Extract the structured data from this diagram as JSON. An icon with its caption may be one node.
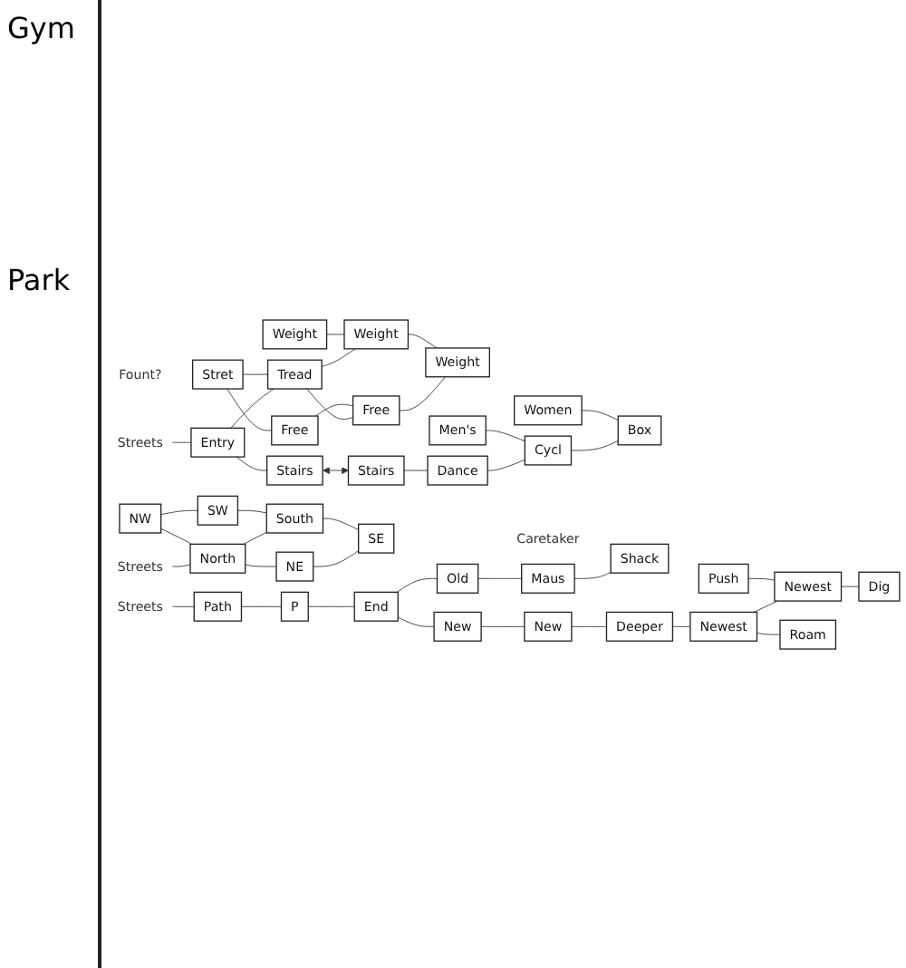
{
  "diagram": {
    "nodes": [
      {
        "text": [
          "Stairs"
        ]
      },
      {
        "text": [
          "Stret"
        ],
        "beside": [
          "Fount?"
        ]
      },
      {
        "text": [
          "Free"
        ]
      },
      {
        "text": [
          "Streets"
        ]
      },
      {
        "text": [
          "Entry"
        ]
      },
      {
        "text": [
          "Tread"
        ]
      },
      {
        "text": [
          "Free"
        ]
      },
      {
        "text": [
          "Weight"
        ]
      },
      {
        "text": [
          "Weight"
        ]
      },
      {
        "text": [
          "Weight"
        ]
      },
      {
        "text": [
          "Stairs"
        ]
      },
      {
        "text": [
          "Dance"
        ]
      },
      {
        "text": [
          "Men's"
        ]
      },
      {
        "text": [
          "Cycl"
        ]
      },
      {
        "text": [
          "Women"
        ]
      },
      {
        "text": [
          "Box"
        ]
      },
      {
        "text": [
          "Streets"
        ]
      },
      {
        "text": [
          "NW"
        ]
      },
      {
        "text": [
          "North"
        ]
      },
      {
        "text": [
          "NE"
        ]
      },
      {
        "text": [
          "SW"
        ]
      },
      {
        "text": [
          "South"
        ]
      },
      {
        "text": [
          "SE"
        ]
      },
      {
        "text": [
          "Old"
        ]
      },
      {
        "text": [
          "Maus"
        ]
      },
      {
        "text": [
          "Shack"
        ],
        "beside": [
          "Caretaker"
        ]
      },
      {
        "text": [
          "Streets"
        ]
      },
      {
        "text": [
          "Path"
        ]
      },
      {
        "text": [
          "P"
        ]
      },
      {
        "text": [
          "End"
        ]
      },
      {
        "text": [
          "New"
        ]
      },
      {
        "text": [
          "Push"
        ]
      },
      {
        "text": [
          "New"
        ]
      },
      {
        "text": [
          "Deeper"
        ]
      },
      {
        "text": [
          "Newest"
        ]
      },
      {
        "text": [
          "Newest"
        ]
      },
      {
        "text": [
          "Dig"
        ]
      },
      {
        "text": [
          "Roam"
        ]
      }
    ],
    "edges": [
      {
        "from": 0,
        "to": 10,
        "arrow": "both"
      },
      {
        "from": 3,
        "to": 4,
        "arrow": "none"
      },
      {
        "from": 4,
        "to": 0,
        "arrow": "none"
      },
      {
        "from": 4,
        "to": 5,
        "arrow": "none"
      },
      {
        "from": 1,
        "to": 2,
        "arrow": "none"
      },
      {
        "from": 1,
        "to": 5,
        "arrow": "none"
      },
      {
        "from": 5,
        "to": 6,
        "arrow": "none"
      },
      {
        "from": 2,
        "to": 6,
        "arrow": "none"
      },
      {
        "from": 5,
        "to": 8,
        "arrow": "none"
      },
      {
        "from": 6,
        "to": 9,
        "arrow": "none"
      },
      {
        "from": 7,
        "to": 8,
        "arrow": "none"
      },
      {
        "from": 8,
        "to": 9,
        "arrow": "none"
      },
      {
        "from": 10,
        "to": 11,
        "arrow": "none"
      },
      {
        "from": 11,
        "to": 13,
        "arrow": "none"
      },
      {
        "from": 12,
        "to": 13,
        "arrow": "none"
      },
      {
        "from": 13,
        "to": 15,
        "arrow": "none"
      },
      {
        "from": 14,
        "to": 15,
        "arrow": "none"
      },
      {
        "from": 16,
        "to": 18,
        "arrow": "none"
      },
      {
        "from": 17,
        "to": 18,
        "arrow": "none"
      },
      {
        "from": 18,
        "to": 19,
        "arrow": "none"
      },
      {
        "from": 17,
        "to": 20,
        "arrow": "none"
      },
      {
        "from": 18,
        "to": 21,
        "arrow": "none"
      },
      {
        "from": 19,
        "to": 22,
        "arrow": "none"
      },
      {
        "from": 20,
        "to": 21,
        "arrow": "none"
      },
      {
        "from": 21,
        "to": 22,
        "arrow": "none"
      },
      {
        "from": 23,
        "to": 24,
        "arrow": "none"
      },
      {
        "from": 24,
        "to": 25,
        "arrow": "none"
      },
      {
        "from": 26,
        "to": 27,
        "arrow": "none"
      },
      {
        "from": 27,
        "to": 28,
        "arrow": "none"
      },
      {
        "from": 28,
        "to": 29,
        "arrow": "none"
      },
      {
        "from": 29,
        "to": 23,
        "arrow": "none"
      },
      {
        "from": 29,
        "to": 30,
        "arrow": "none"
      },
      {
        "from": 30,
        "to": 32,
        "arrow": "none"
      },
      {
        "from": 32,
        "to": 33,
        "arrow": "none"
      },
      {
        "from": 33,
        "to": 34,
        "arrow": "none"
      },
      {
        "from": 34,
        "to": 35,
        "arrow": "none"
      },
      {
        "from": 35,
        "to": 36,
        "arrow": "none"
      },
      {
        "from": 31,
        "to": 35,
        "arrow": "none"
      },
      {
        "from": 34,
        "to": 37,
        "arrow": "none"
      }
    ],
    "labels": [
      "Gym",
      "Park"
    ]
  }
}
